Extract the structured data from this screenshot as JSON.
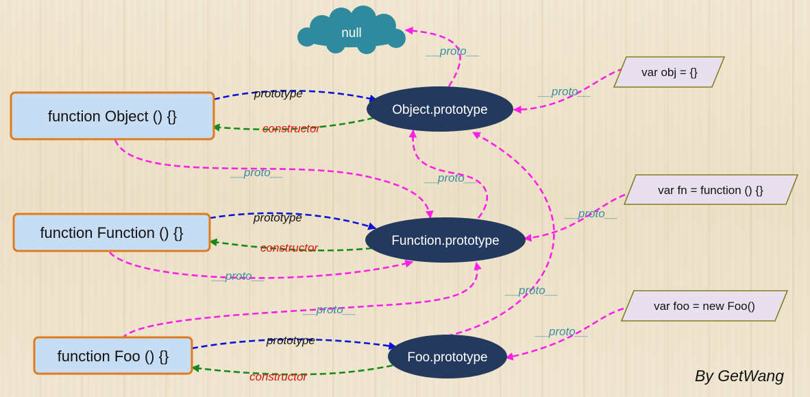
{
  "nodes": {
    "object_ctor": "function Object () {}",
    "function_ctor": "function Function () {}",
    "foo_ctor": "function Foo () {}",
    "object_prototype": "Object.prototype",
    "function_prototype": "Function.prototype",
    "foo_prototype": "Foo.prototype",
    "null_node": "null",
    "var_obj": "var obj = {}",
    "var_fn": "var fn = function () {}",
    "var_foo": "var foo = new Foo()"
  },
  "edge_labels": {
    "prototype": "prototype",
    "constructor": "constructor",
    "proto": "__proto__"
  },
  "colors": {
    "prototype_edge": "#0a14d8",
    "constructor_edge": "#168a16",
    "proto_edge": "#ff1ee8",
    "prototype_node": "#233a5e",
    "null_cloud": "#2f8a9e",
    "function_box_fill": "#c6ddf4",
    "function_box_border": "#e07a1f",
    "variable_box_fill": "#e8e0ee"
  },
  "credit": "By GetWang"
}
